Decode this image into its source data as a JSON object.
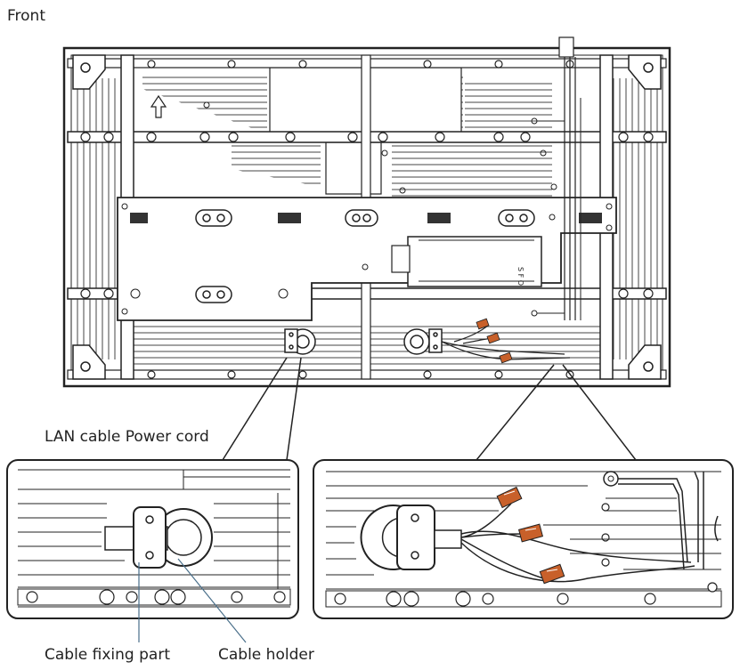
{
  "labels": {
    "front": "Front",
    "lan_power": "LAN cable Power cord",
    "cable_fixing_part": "Cable fixing part",
    "cable_holder": "Cable holder"
  },
  "colors": {
    "line": "#222222",
    "leader": "#4a6f8a",
    "connector": "#c8602a"
  }
}
